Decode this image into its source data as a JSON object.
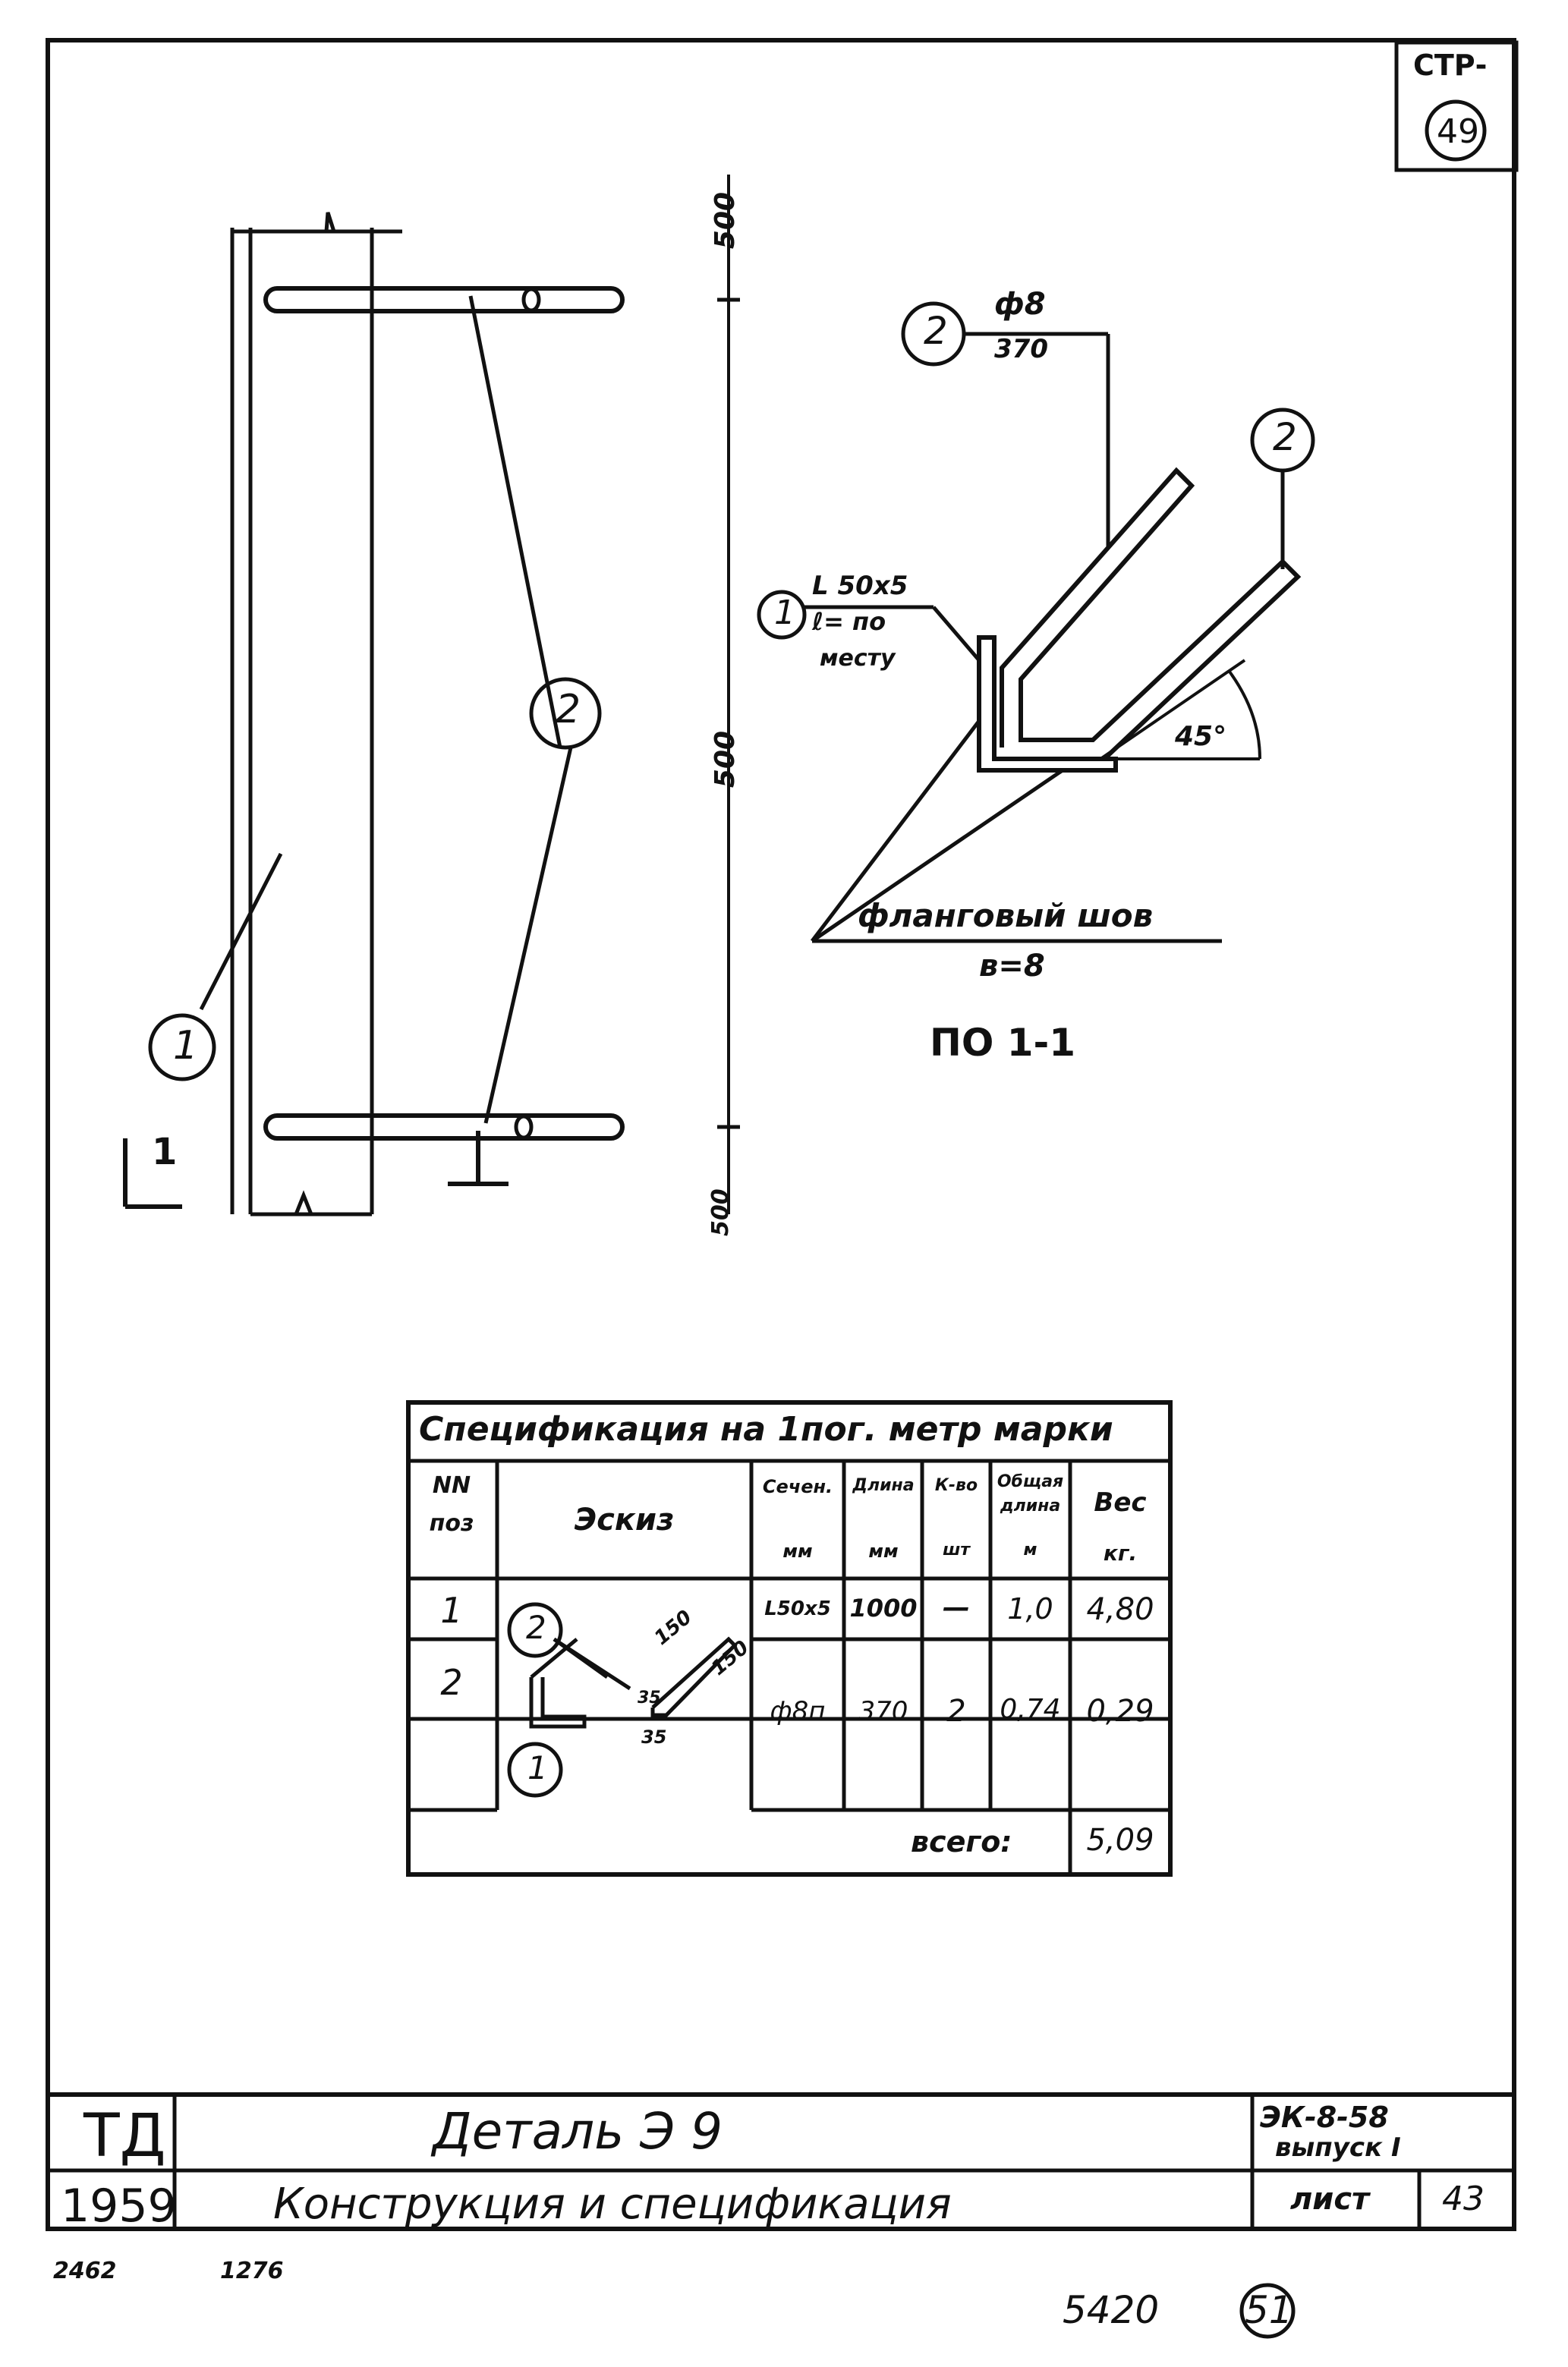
{
  "page_stamp": {
    "label": "СТР-",
    "number": "49"
  },
  "elevation": {
    "dims": [
      "500",
      "500",
      "500"
    ],
    "callouts": {
      "pos1": "1",
      "pos2": "2"
    },
    "section_mark": "1"
  },
  "section": {
    "callout_pos2_top": "2",
    "rod_size": "ф8",
    "rod_length": "370",
    "callout_pos2_right": "2",
    "callout_pos1": "1",
    "angle_profile": "L 50х5",
    "angle_length_line1": "ℓ= по",
    "angle_length_line2": "месту",
    "angle_value": "45°",
    "weld_label": "фланговый шов",
    "weld_size": "в=8",
    "title": "ПО 1-1"
  },
  "spec": {
    "title": "Спецификация на 1пог. метр марки",
    "headers": {
      "pos_line1": "NN",
      "pos_line2": "поз",
      "sketch": "Эскиз",
      "section_line1": "Сечен.",
      "section_unit": "мм",
      "length_line1": "Длина",
      "length_unit": "мм",
      "count_line1": "К-во",
      "count_unit": "шт",
      "total_len_line1": "Общая",
      "total_len_line2": "длина",
      "total_len_unit": "м",
      "weight_line1": "Вес",
      "weight_unit": "кг."
    },
    "rows": [
      {
        "pos": "1",
        "section": "L50х5",
        "length": "1000",
        "count": "—",
        "total_length": "1,0",
        "weight": "4,80"
      },
      {
        "pos": "2",
        "section": "ф8п",
        "length": "370",
        "count": "2",
        "total_length": "0,74",
        "weight": "0,29"
      }
    ],
    "sketch_labels": {
      "c2": "2",
      "c1": "1",
      "d150a": "150",
      "d150b": "150",
      "d35a": "35",
      "d35b": "35"
    },
    "total_label": "всего:",
    "total_value": "5,09"
  },
  "title_block": {
    "org": "ТД",
    "year": "1959",
    "detail_title": "Деталь Э 9",
    "subtitle": "Конструкция и спецификация",
    "series_line1": "ЭК-8-58",
    "series_line2": "выпуск I",
    "sheet_label": "лист",
    "sheet_number": "43"
  },
  "bottom_notes": {
    "left1": "2462",
    "left2": "1276",
    "right_number": "5420",
    "circled": "51"
  }
}
